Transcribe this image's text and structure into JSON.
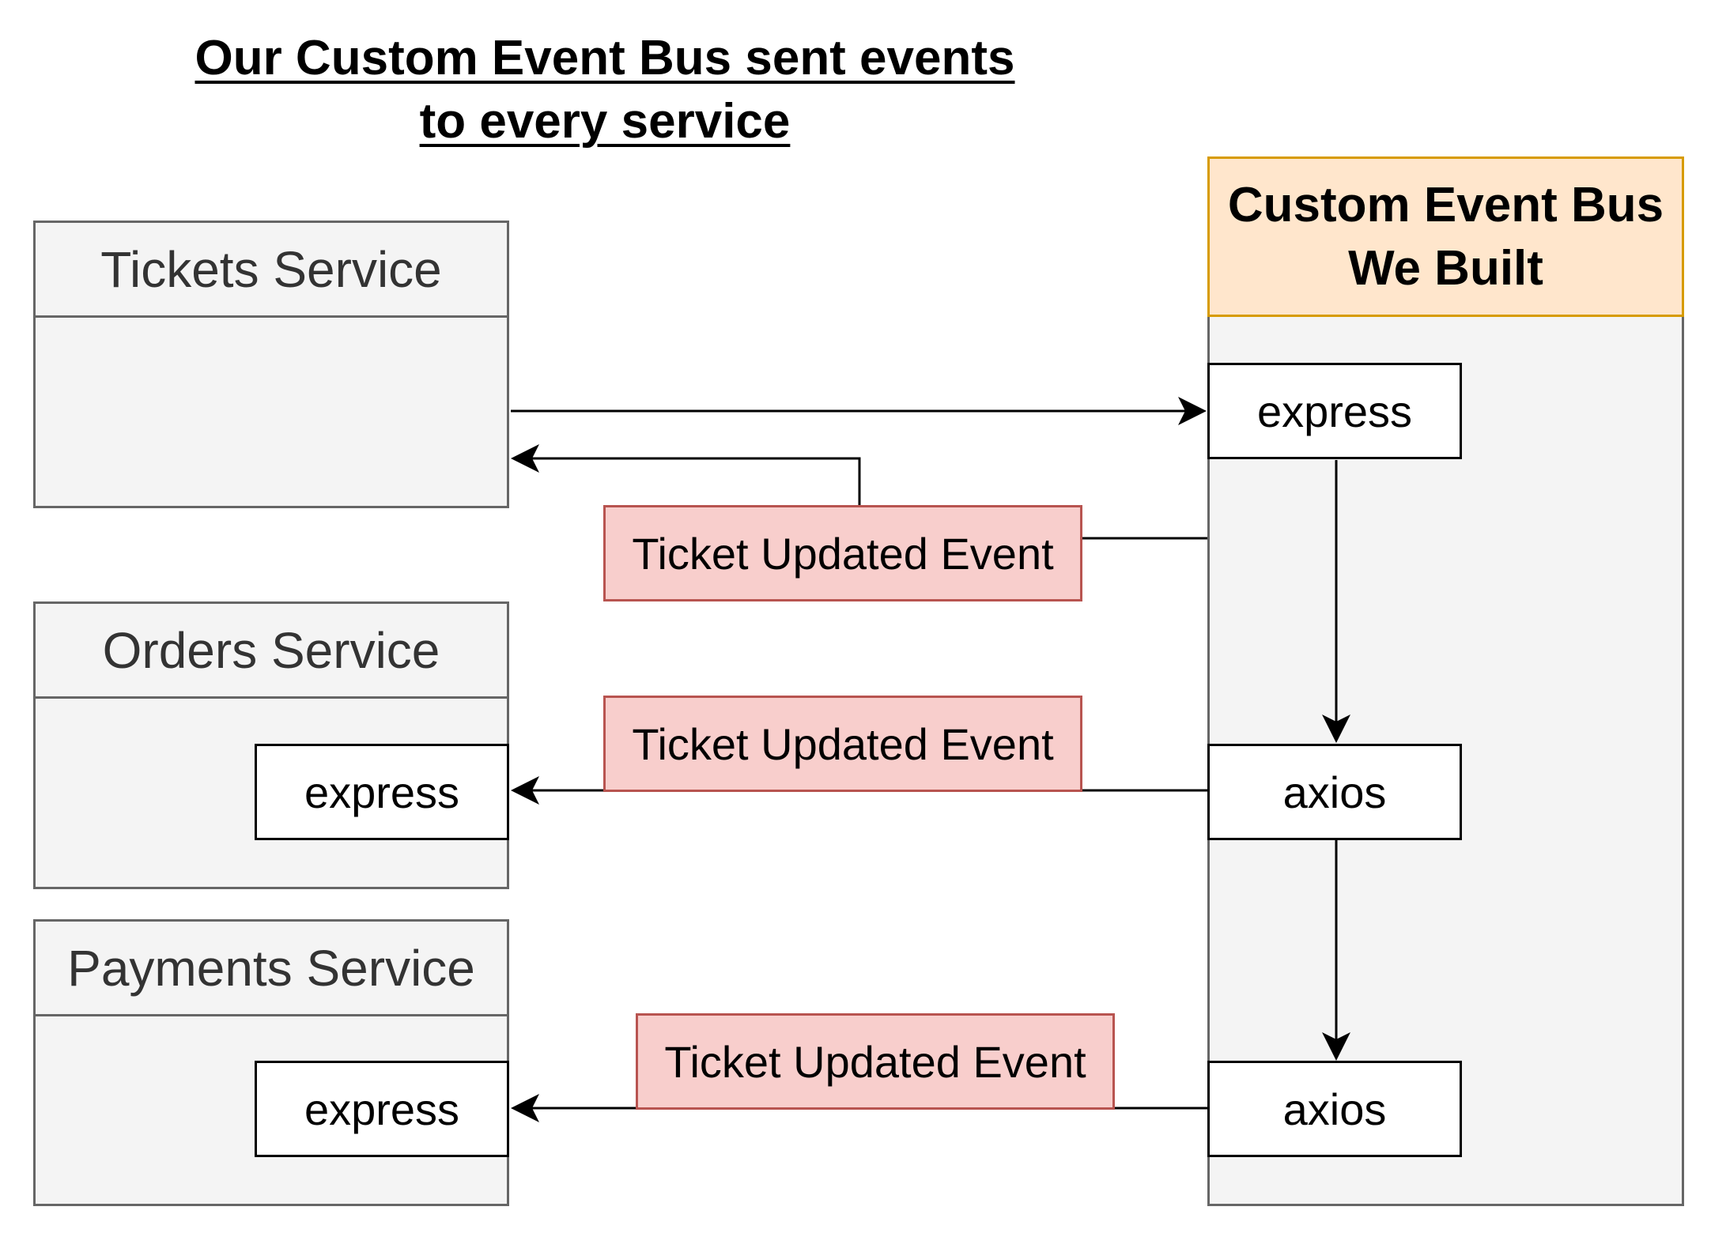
{
  "title": {
    "line1": "Our Custom Event Bus sent events",
    "line2": "to every service"
  },
  "services": {
    "tickets": {
      "label": "Tickets Service"
    },
    "orders": {
      "label": "Orders Service",
      "component": "express"
    },
    "payments": {
      "label": "Payments Service",
      "component": "express"
    }
  },
  "bus": {
    "label_line1": "Custom Event Bus",
    "label_line2": "We Built",
    "components": {
      "receiver": "express",
      "sender1": "axios",
      "sender2": "axios"
    }
  },
  "events": {
    "tickets_event": "Ticket Updated Event",
    "orders_event": "Ticket Updated Event",
    "payments_event": "Ticket Updated Event"
  },
  "colors": {
    "container_fill": "#f4f4f4",
    "container_stroke": "#666666",
    "bus_header_fill": "#ffe6cc",
    "bus_header_stroke": "#d79b00",
    "event_fill": "#f8cecc",
    "event_stroke": "#b85450"
  }
}
